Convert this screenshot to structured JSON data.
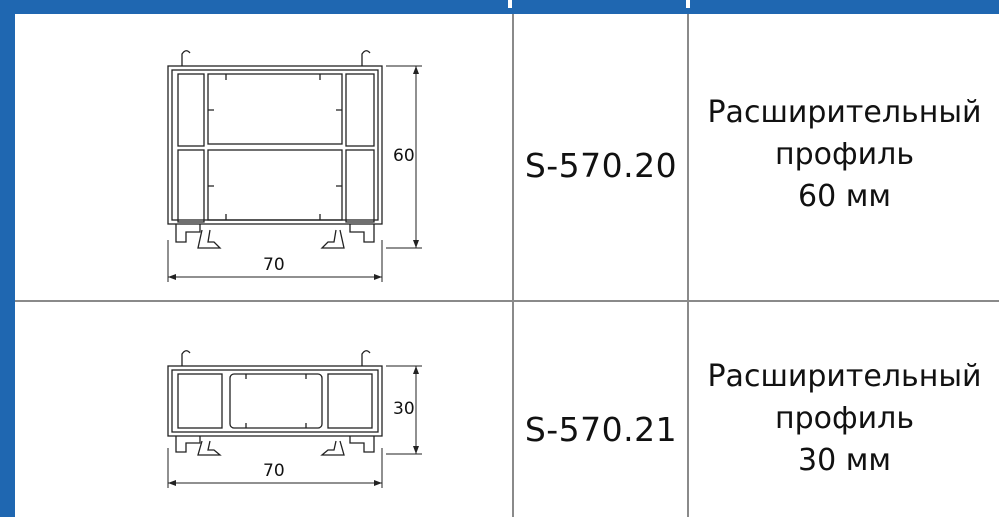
{
  "rows": [
    {
      "code": "S-570.20",
      "description": [
        "Расширительный",
        "профиль",
        "60 мм"
      ],
      "dimension_width": "70",
      "dimension_height": "60"
    },
    {
      "code": "S-570.21",
      "description": [
        "Расширительный",
        "профиль",
        "30 мм"
      ],
      "dimension_width": "70",
      "dimension_height": "30"
    }
  ],
  "colors": {
    "header": "#1f67b1",
    "grid": "#8a8a8a",
    "text": "#111111"
  }
}
